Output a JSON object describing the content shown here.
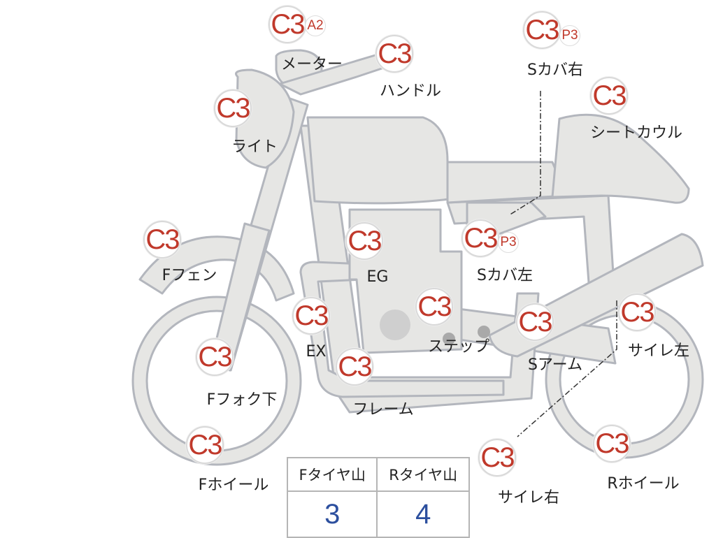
{
  "parts": [
    {
      "key": "meter",
      "grade": "C3",
      "sub": "A2",
      "label": "メーター"
    },
    {
      "key": "handle",
      "grade": "C3",
      "sub": "",
      "label": "ハンドル"
    },
    {
      "key": "light",
      "grade": "C3",
      "sub": "",
      "label": "ライト"
    },
    {
      "key": "s-cover-right",
      "grade": "C3",
      "sub": "P3",
      "label": "Sカバ右"
    },
    {
      "key": "seat-cowl",
      "grade": "C3",
      "sub": "",
      "label": "シートカウル"
    },
    {
      "key": "f-fender",
      "grade": "C3",
      "sub": "",
      "label": "Fフェン"
    },
    {
      "key": "engine",
      "grade": "C3",
      "sub": "",
      "label": "EG"
    },
    {
      "key": "s-cover-left",
      "grade": "C3",
      "sub": "P3",
      "label": "Sカバ左"
    },
    {
      "key": "exhaust",
      "grade": "C3",
      "sub": "",
      "label": "EX"
    },
    {
      "key": "step",
      "grade": "C3",
      "sub": "",
      "label": "ステップ"
    },
    {
      "key": "swing-arm",
      "grade": "C3",
      "sub": "",
      "label": "Sアーム"
    },
    {
      "key": "silencer-left",
      "grade": "C3",
      "sub": "",
      "label": "サイレ左"
    },
    {
      "key": "f-fork-lower",
      "grade": "C3",
      "sub": "",
      "label": "Fフォク下"
    },
    {
      "key": "frame",
      "grade": "C3",
      "sub": "",
      "label": "フレーム"
    },
    {
      "key": "f-wheel",
      "grade": "C3",
      "sub": "",
      "label": "Fホイール"
    },
    {
      "key": "silencer-right",
      "grade": "C3",
      "sub": "",
      "label": "サイレ右"
    },
    {
      "key": "r-wheel",
      "grade": "C3",
      "sub": "",
      "label": "Rホイール"
    }
  ],
  "tyre_table": {
    "headers": [
      "Fタイヤ山",
      "Rタイヤ山"
    ],
    "values": [
      "3",
      "4"
    ]
  },
  "colors": {
    "grade_text": "#c0392b",
    "bike_fill": "#e6e6e4",
    "bike_outline": "#b3b6bd",
    "table_value": "#2c4f9e"
  }
}
